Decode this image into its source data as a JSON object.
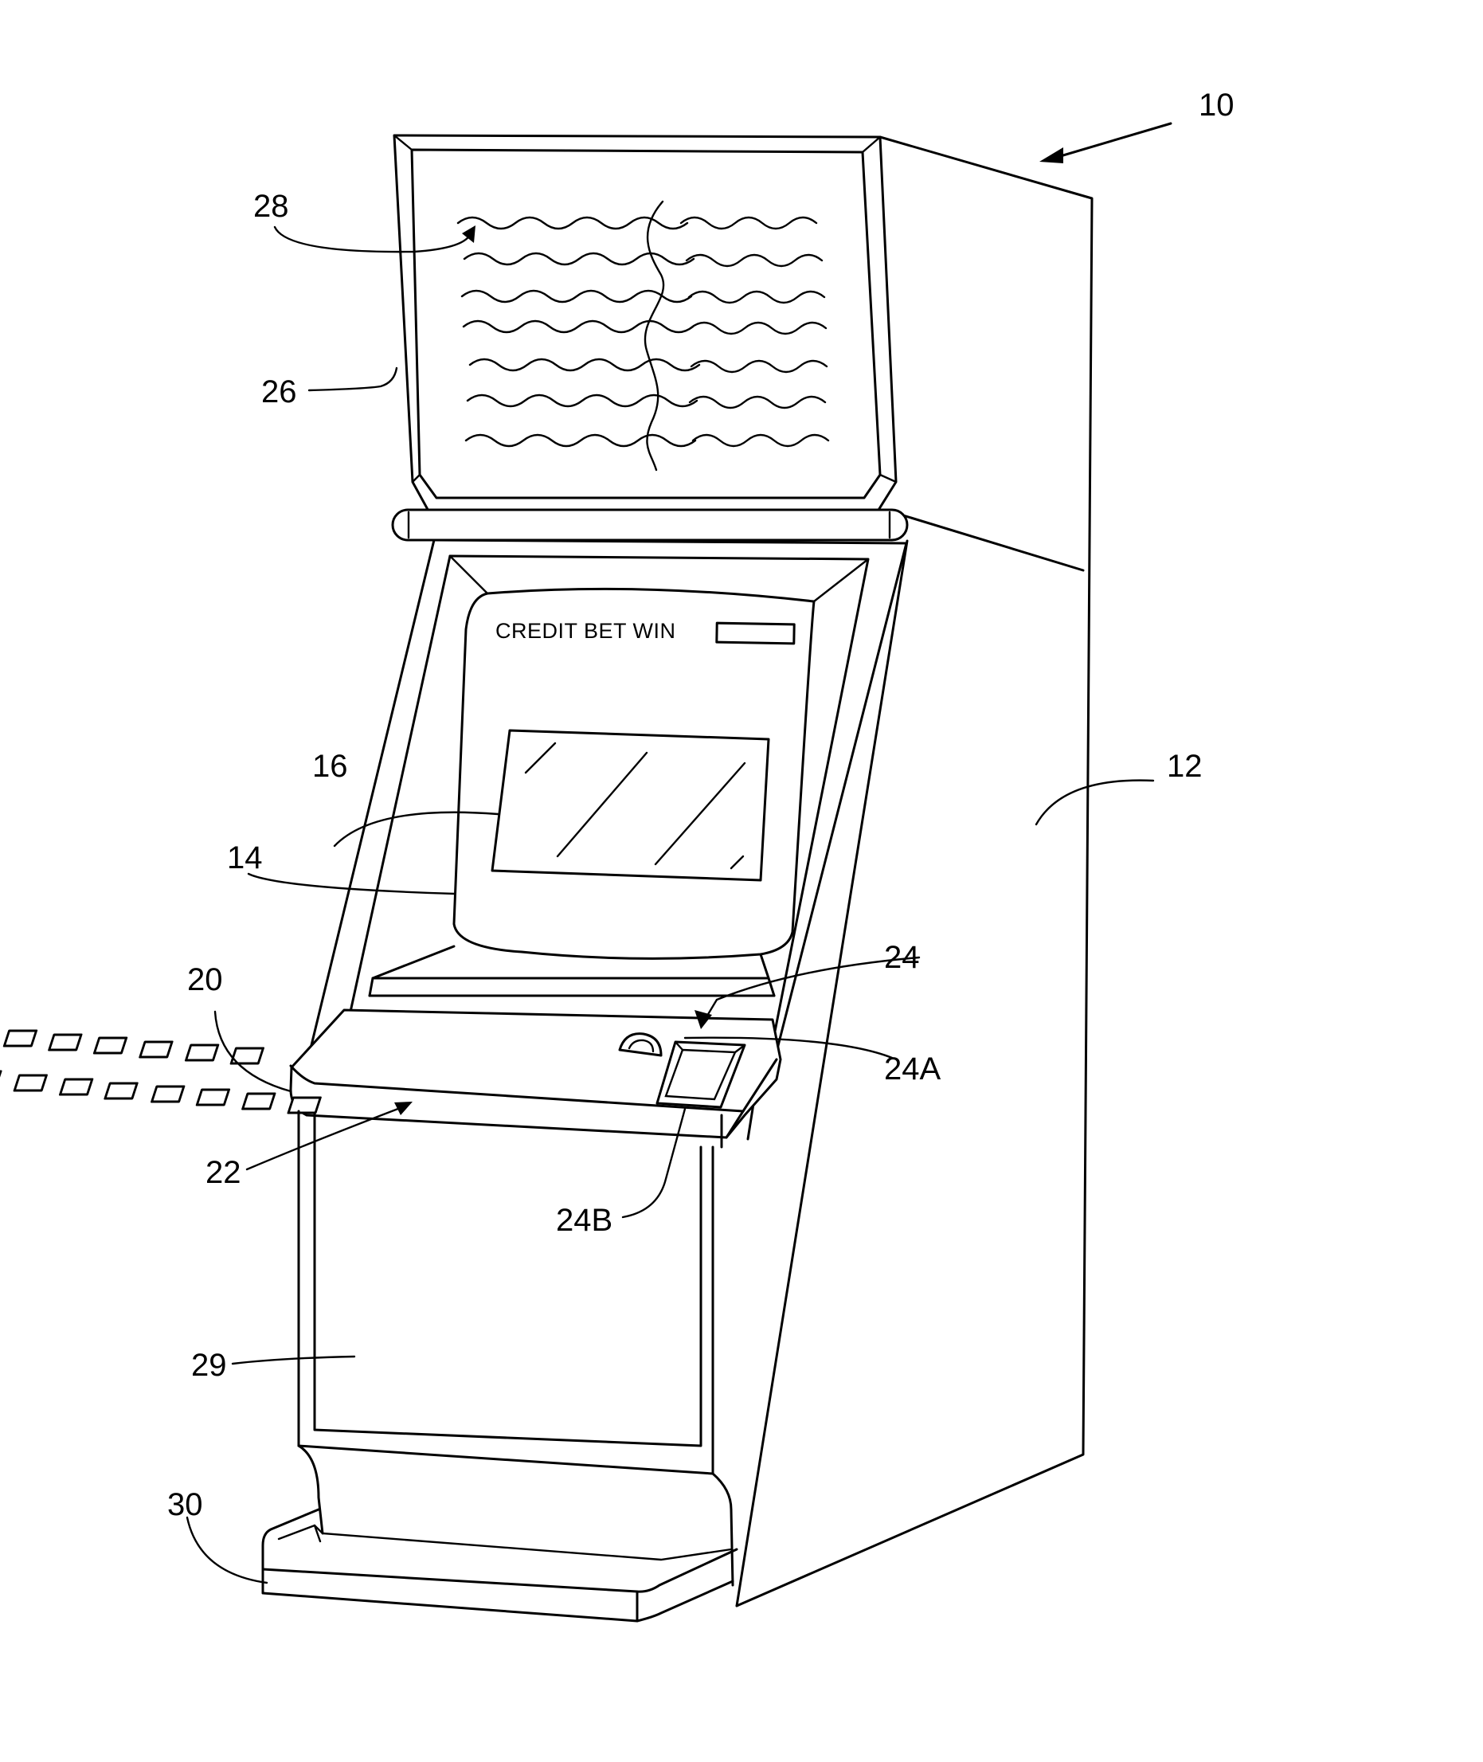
{
  "display_text": "CREDIT BET WIN",
  "reference_numerals": {
    "machine": "10",
    "cabinet": "12",
    "display_housing": "14",
    "primary_display": "16",
    "button_panel": "20",
    "buttons": "22",
    "value_input": "24",
    "coin_acceptor": "24A",
    "bill_acceptor": "24B",
    "top_box": "26",
    "pay_table": "28",
    "lower_panel": "29",
    "coin_tray": "30"
  }
}
